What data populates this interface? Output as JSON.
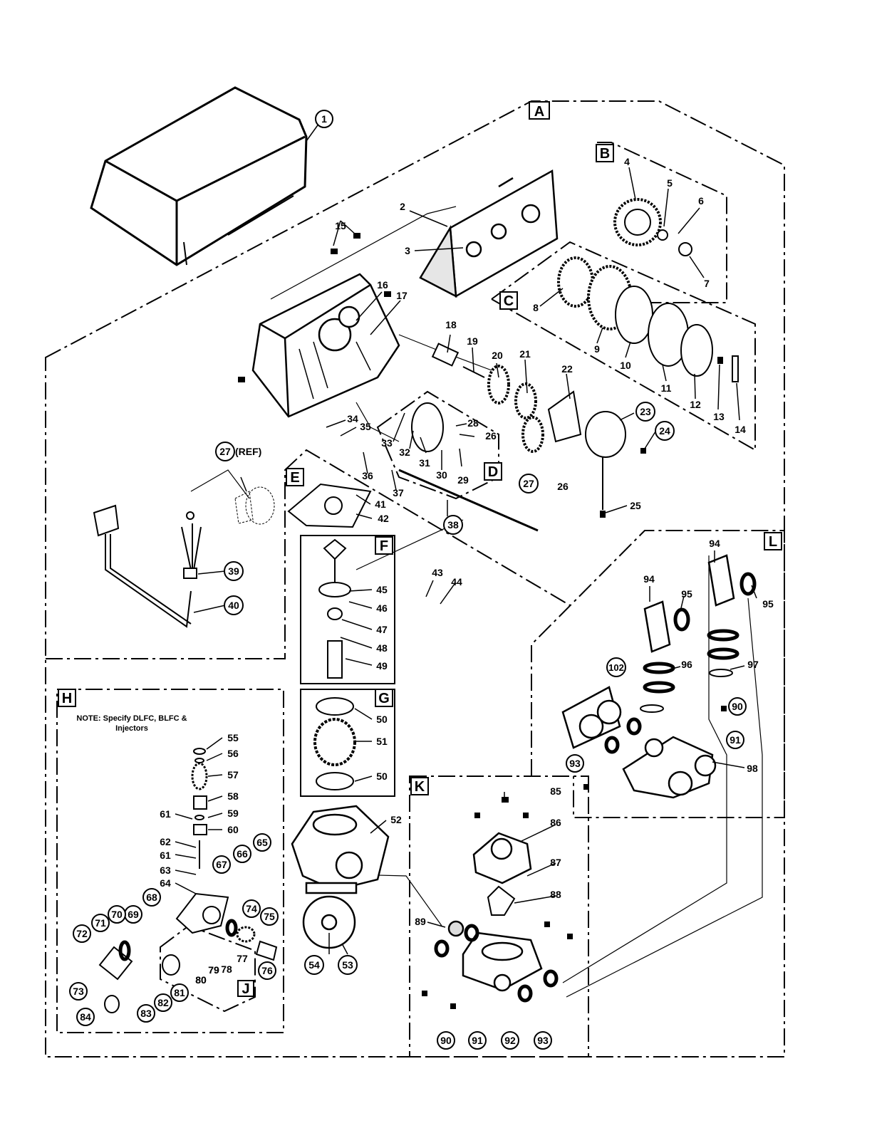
{
  "sections": [
    "A",
    "B",
    "C",
    "D",
    "E",
    "F",
    "G",
    "H",
    "J",
    "K",
    "L"
  ],
  "note": {
    "line1": "NOTE: Specify DLFC, BLFC &",
    "line2": "Injectors"
  },
  "ref_label": "(REF)",
  "callouts_circled": [
    "1",
    "23",
    "24",
    "27",
    "27",
    "38",
    "39",
    "40",
    "53",
    "54",
    "65",
    "66",
    "67",
    "68",
    "69",
    "70",
    "71",
    "72",
    "73",
    "74",
    "75",
    "76",
    "79",
    "80",
    "81",
    "82",
    "83",
    "84",
    "90",
    "90",
    "91",
    "91",
    "92",
    "93",
    "93",
    "102"
  ],
  "callouts_plain": [
    "2",
    "3",
    "4",
    "5",
    "6",
    "7",
    "8",
    "9",
    "10",
    "11",
    "12",
    "13",
    "14",
    "15",
    "16",
    "17",
    "18",
    "19",
    "20",
    "21",
    "22",
    "25",
    "26",
    "26",
    "28",
    "29",
    "30",
    "31",
    "32",
    "33",
    "34",
    "35",
    "36",
    "37",
    "41",
    "42",
    "43",
    "44",
    "45",
    "46",
    "47",
    "48",
    "49",
    "50",
    "50",
    "51",
    "52",
    "55",
    "56",
    "57",
    "58",
    "59",
    "60",
    "61",
    "61",
    "62",
    "63",
    "64",
    "77",
    "78",
    "85",
    "86",
    "87",
    "88",
    "89",
    "94",
    "94",
    "95",
    "95",
    "96",
    "97",
    "98"
  ],
  "colors": {
    "ink": "#000000",
    "paper": "#ffffff",
    "part_shade": "#d9d9d9"
  }
}
